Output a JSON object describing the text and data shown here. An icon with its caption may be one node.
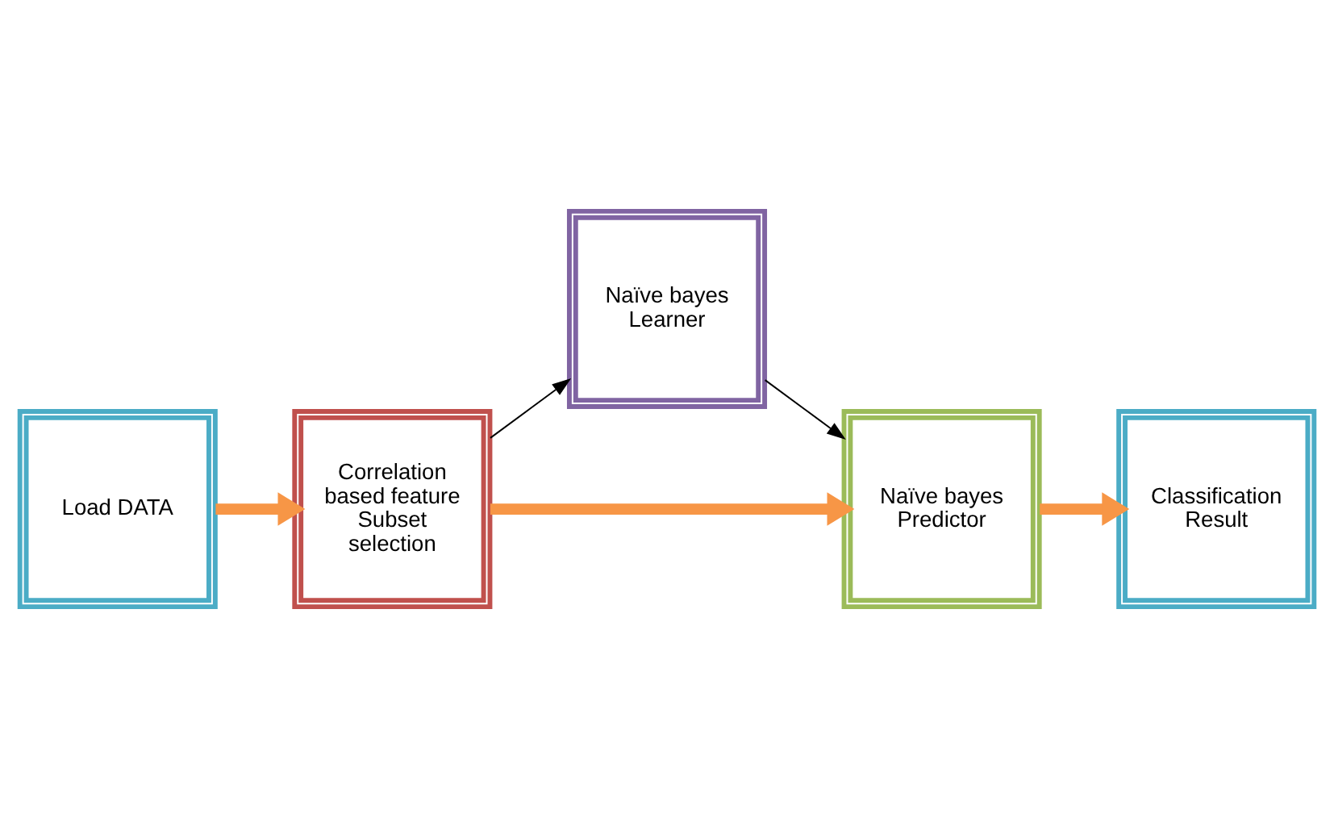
{
  "diagram": {
    "nodes": [
      {
        "text": [
          "Load DATA"
        ]
      },
      {
        "text": [
          "Correlation based feature Subset selection"
        ]
      },
      {
        "text": [
          "Naïve bayes Learner"
        ]
      },
      {
        "text": [
          "Naïve bayes Predictor"
        ]
      },
      {
        "text": [
          "Classification Result"
        ]
      }
    ],
    "edges": [
      {
        "from": 0,
        "to": 1,
        "arrow": "to"
      },
      {
        "from": 1,
        "to": 2,
        "arrow": "to",
        "color": "#000000"
      },
      {
        "from": 2,
        "to": 3,
        "arrow": "to",
        "color": "#000000"
      },
      {
        "from": 1,
        "to": 3,
        "arrow": "to"
      },
      {
        "from": 3,
        "to": 4,
        "arrow": "to"
      }
    ]
  }
}
